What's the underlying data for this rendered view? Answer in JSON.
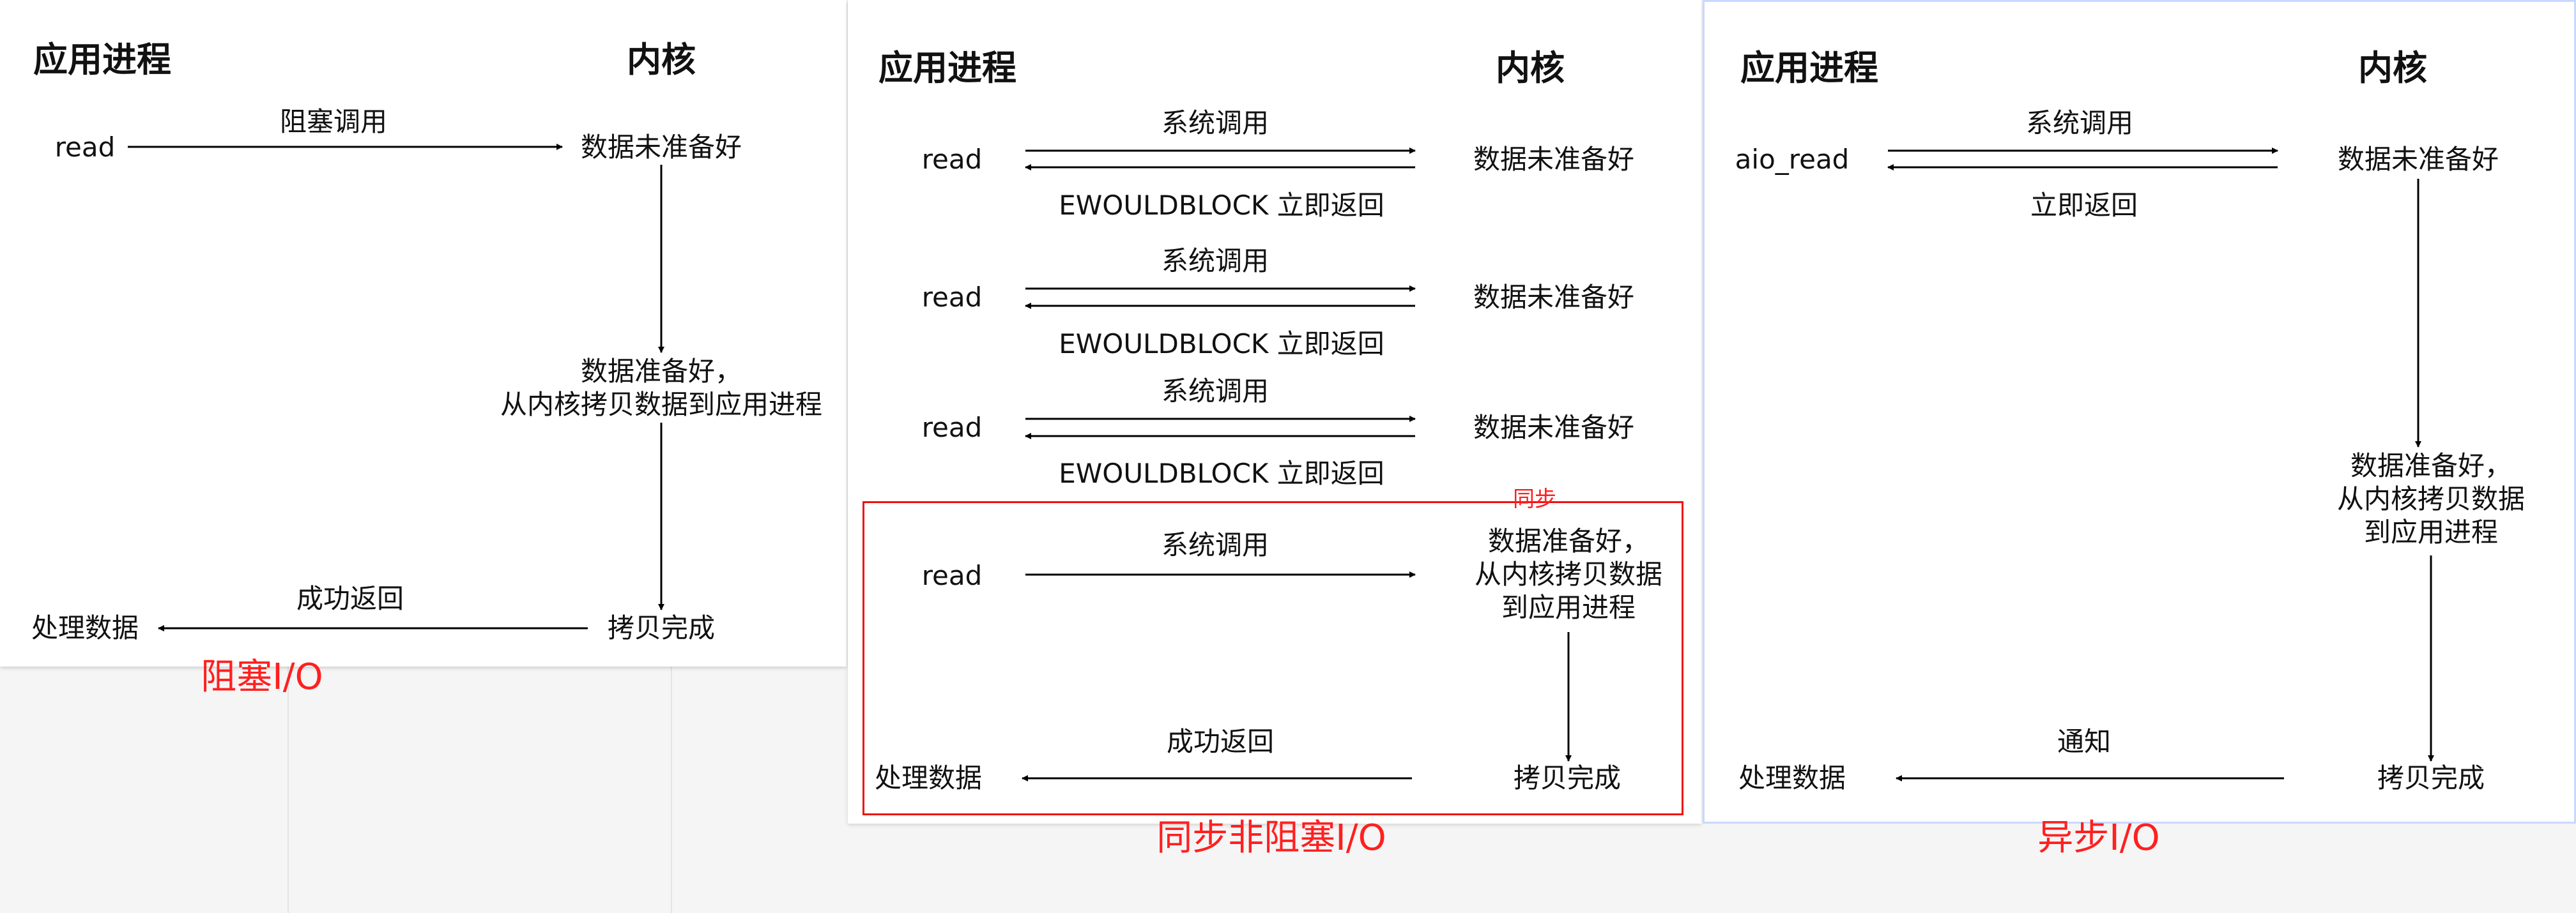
{
  "blocking": {
    "app_header": "应用进程",
    "kernel_header": "内核",
    "read": "read",
    "call_label": "阻塞调用",
    "not_ready": "数据未准备好",
    "ready_copy": "数据准备好，\n从内核拷贝数据到应用进程",
    "copy_done": "拷贝完成",
    "success_return": "成功返回",
    "process_data": "处理数据",
    "caption": "阻塞I/O"
  },
  "nonblocking": {
    "app_header": "应用进程",
    "kernel_header": "内核",
    "rows": [
      {
        "read": "read",
        "syscall": "系统调用",
        "not_ready": "数据未准备好",
        "reply": "EWOULDBLOCK 立即返回"
      },
      {
        "read": "read",
        "syscall": "系统调用",
        "not_ready": "数据未准备好",
        "reply": "EWOULDBLOCK 立即返回"
      },
      {
        "read": "read",
        "syscall": "系统调用",
        "not_ready": "数据未准备好",
        "reply": "EWOULDBLOCK 立即返回"
      }
    ],
    "sync_tag": "同步",
    "final_read": "read",
    "final_syscall": "系统调用",
    "ready_copy": "数据准备好，\n从内核拷贝数据\n到应用进程",
    "copy_done": "拷贝完成",
    "success_return": "成功返回",
    "process_data": "处理数据",
    "caption": "同步非阻塞I/O"
  },
  "async": {
    "app_header": "应用进程",
    "kernel_header": "内核",
    "aio_read": "aio_read",
    "syscall": "系统调用",
    "immediate_return": "立即返回",
    "not_ready": "数据未准备好",
    "ready_copy": "数据准备好，\n从内核拷贝数据\n到应用进程",
    "copy_done": "拷贝完成",
    "notify": "通知",
    "process_data": "处理数据",
    "caption": "异步I/O"
  },
  "colors": {
    "caption_red": "#ff2020",
    "box_red": "#ee1111",
    "arrow": "#000000",
    "async_border": "#c9d8ff"
  }
}
